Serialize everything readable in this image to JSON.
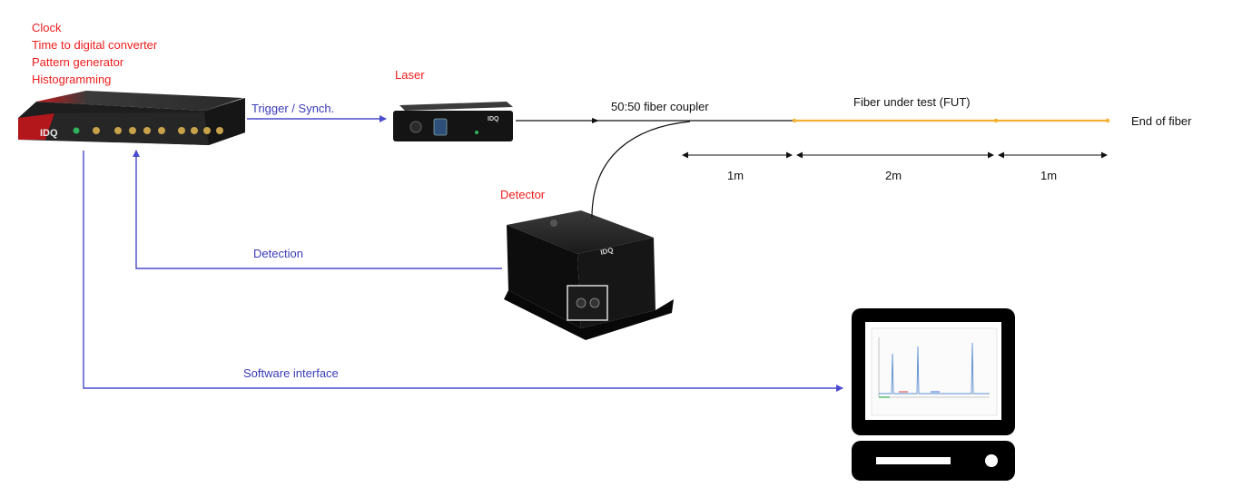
{
  "tdc_labels": {
    "line1": "Clock",
    "line2": "Time to digital converter",
    "line3": "Pattern generator",
    "line4": "Histogramming"
  },
  "tdc_brand": "IDQ",
  "laser_label": "Laser",
  "detector_label": "Detector",
  "detector_brand": "IDQ",
  "laser_brand": "IDQ",
  "link_labels": {
    "trigger": "Trigger / Synch.",
    "detection": "Detection",
    "software": "Software interface"
  },
  "fiber": {
    "coupler": "50:50 fiber coupler",
    "fut": "Fiber under test (FUT)",
    "end": "End of fiber",
    "seg1": "1m",
    "seg2": "2m",
    "seg3": "1m"
  },
  "colors": {
    "signal_line": "#4a4acc",
    "fiber_fut": "#f2b134",
    "label_red": "#ee1c1c"
  }
}
